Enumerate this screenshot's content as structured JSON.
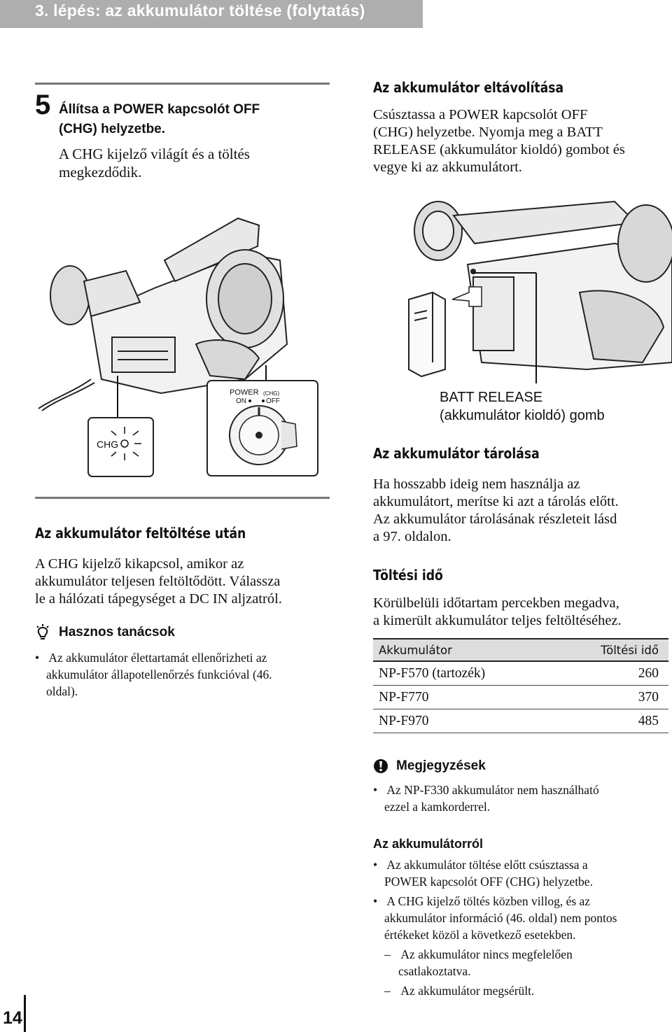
{
  "header": {
    "title": "3. lépés: az akkumulátor töltése (folytatás)"
  },
  "step5": {
    "number": "5",
    "heading_line1": "Állítsa a POWER kapcsolót OFF",
    "heading_line2": "(CHG) helyzetbe.",
    "body_line1": "A CHG kijelző világít és a töltés",
    "body_line2": "megkezdődik."
  },
  "figure_left": {
    "chg_label": "CHG",
    "switch_power": "POWER",
    "switch_chg": "(CHG)",
    "switch_on": "ON",
    "switch_off": "OFF"
  },
  "after_charge": {
    "title": "Az akkumulátor feltöltése után",
    "lines": [
      "A CHG kijelző kikapcsol, amikor az",
      "akkumulátor teljesen feltöltődött. Válassza",
      "le a hálózati tápegységet a DC IN aljzatról."
    ]
  },
  "tips": {
    "title": "Hasznos tanácsok",
    "item_line1": "Az akkumulátor élettartamát ellenőrizheti az",
    "item_line2": "akkumulátor állapotellenőrzés funkcióval (46.",
    "item_line3": "oldal)."
  },
  "remove": {
    "title": "Az akkumulátor eltávolítása",
    "lines": [
      "Csúsztassa a POWER kapcsolót OFF",
      "(CHG) helyzetbe. Nyomja meg a BATT",
      "RELEASE (akkumulátor kioldó) gombot és",
      "vegye ki az akkumulátort."
    ]
  },
  "figure_right": {
    "label_line1": "BATT RELEASE",
    "label_line2": "(akkumulátor kioldó) gomb"
  },
  "storage": {
    "title": "Az akkumulátor tárolása",
    "lines": [
      "Ha hosszabb ideig nem használja az",
      "akkumulátort, merítse ki azt a tárolás előtt.",
      "Az akkumulátor tárolásának részleteit lásd",
      "a 97. oldalon."
    ]
  },
  "charge_time": {
    "title": "Töltési idő",
    "lines": [
      "Körülbelüli időtartam percekben megadva,",
      "a kimerült akkumulátor teljes feltöltéséhez."
    ],
    "table": {
      "col1": "Akkumulátor",
      "col2": "Töltési idő",
      "rows": [
        {
          "battery": "NP-F570 (tartozék)",
          "time": "260"
        },
        {
          "battery": "NP-F770",
          "time": "370"
        },
        {
          "battery": "NP-F970",
          "time": "485"
        }
      ]
    }
  },
  "notes": {
    "title": "Megjegyzések",
    "item_line1": "Az NP-F330 akkumulátor nem használható",
    "item_line2": "ezzel a kamkorderrel."
  },
  "about": {
    "title": "Az akkumulátorról",
    "item1_line1": "Az akkumulátor töltése előtt csúsztassa a",
    "item1_line2": "POWER kapcsolót OFF (CHG) helyzetbe.",
    "item2_line1": "A CHG kijelző töltés közben villog, és az",
    "item2_line2": "akkumulátor információ (46. oldal) nem pontos",
    "item2_line3": "értékeket közöl a következő esetekben.",
    "sub1_line1": "Az akkumulátor nincs megfelelően",
    "sub1_line2": "csatlakoztatva.",
    "sub2": "Az akkumulátor megsérült."
  },
  "page_number": "14"
}
